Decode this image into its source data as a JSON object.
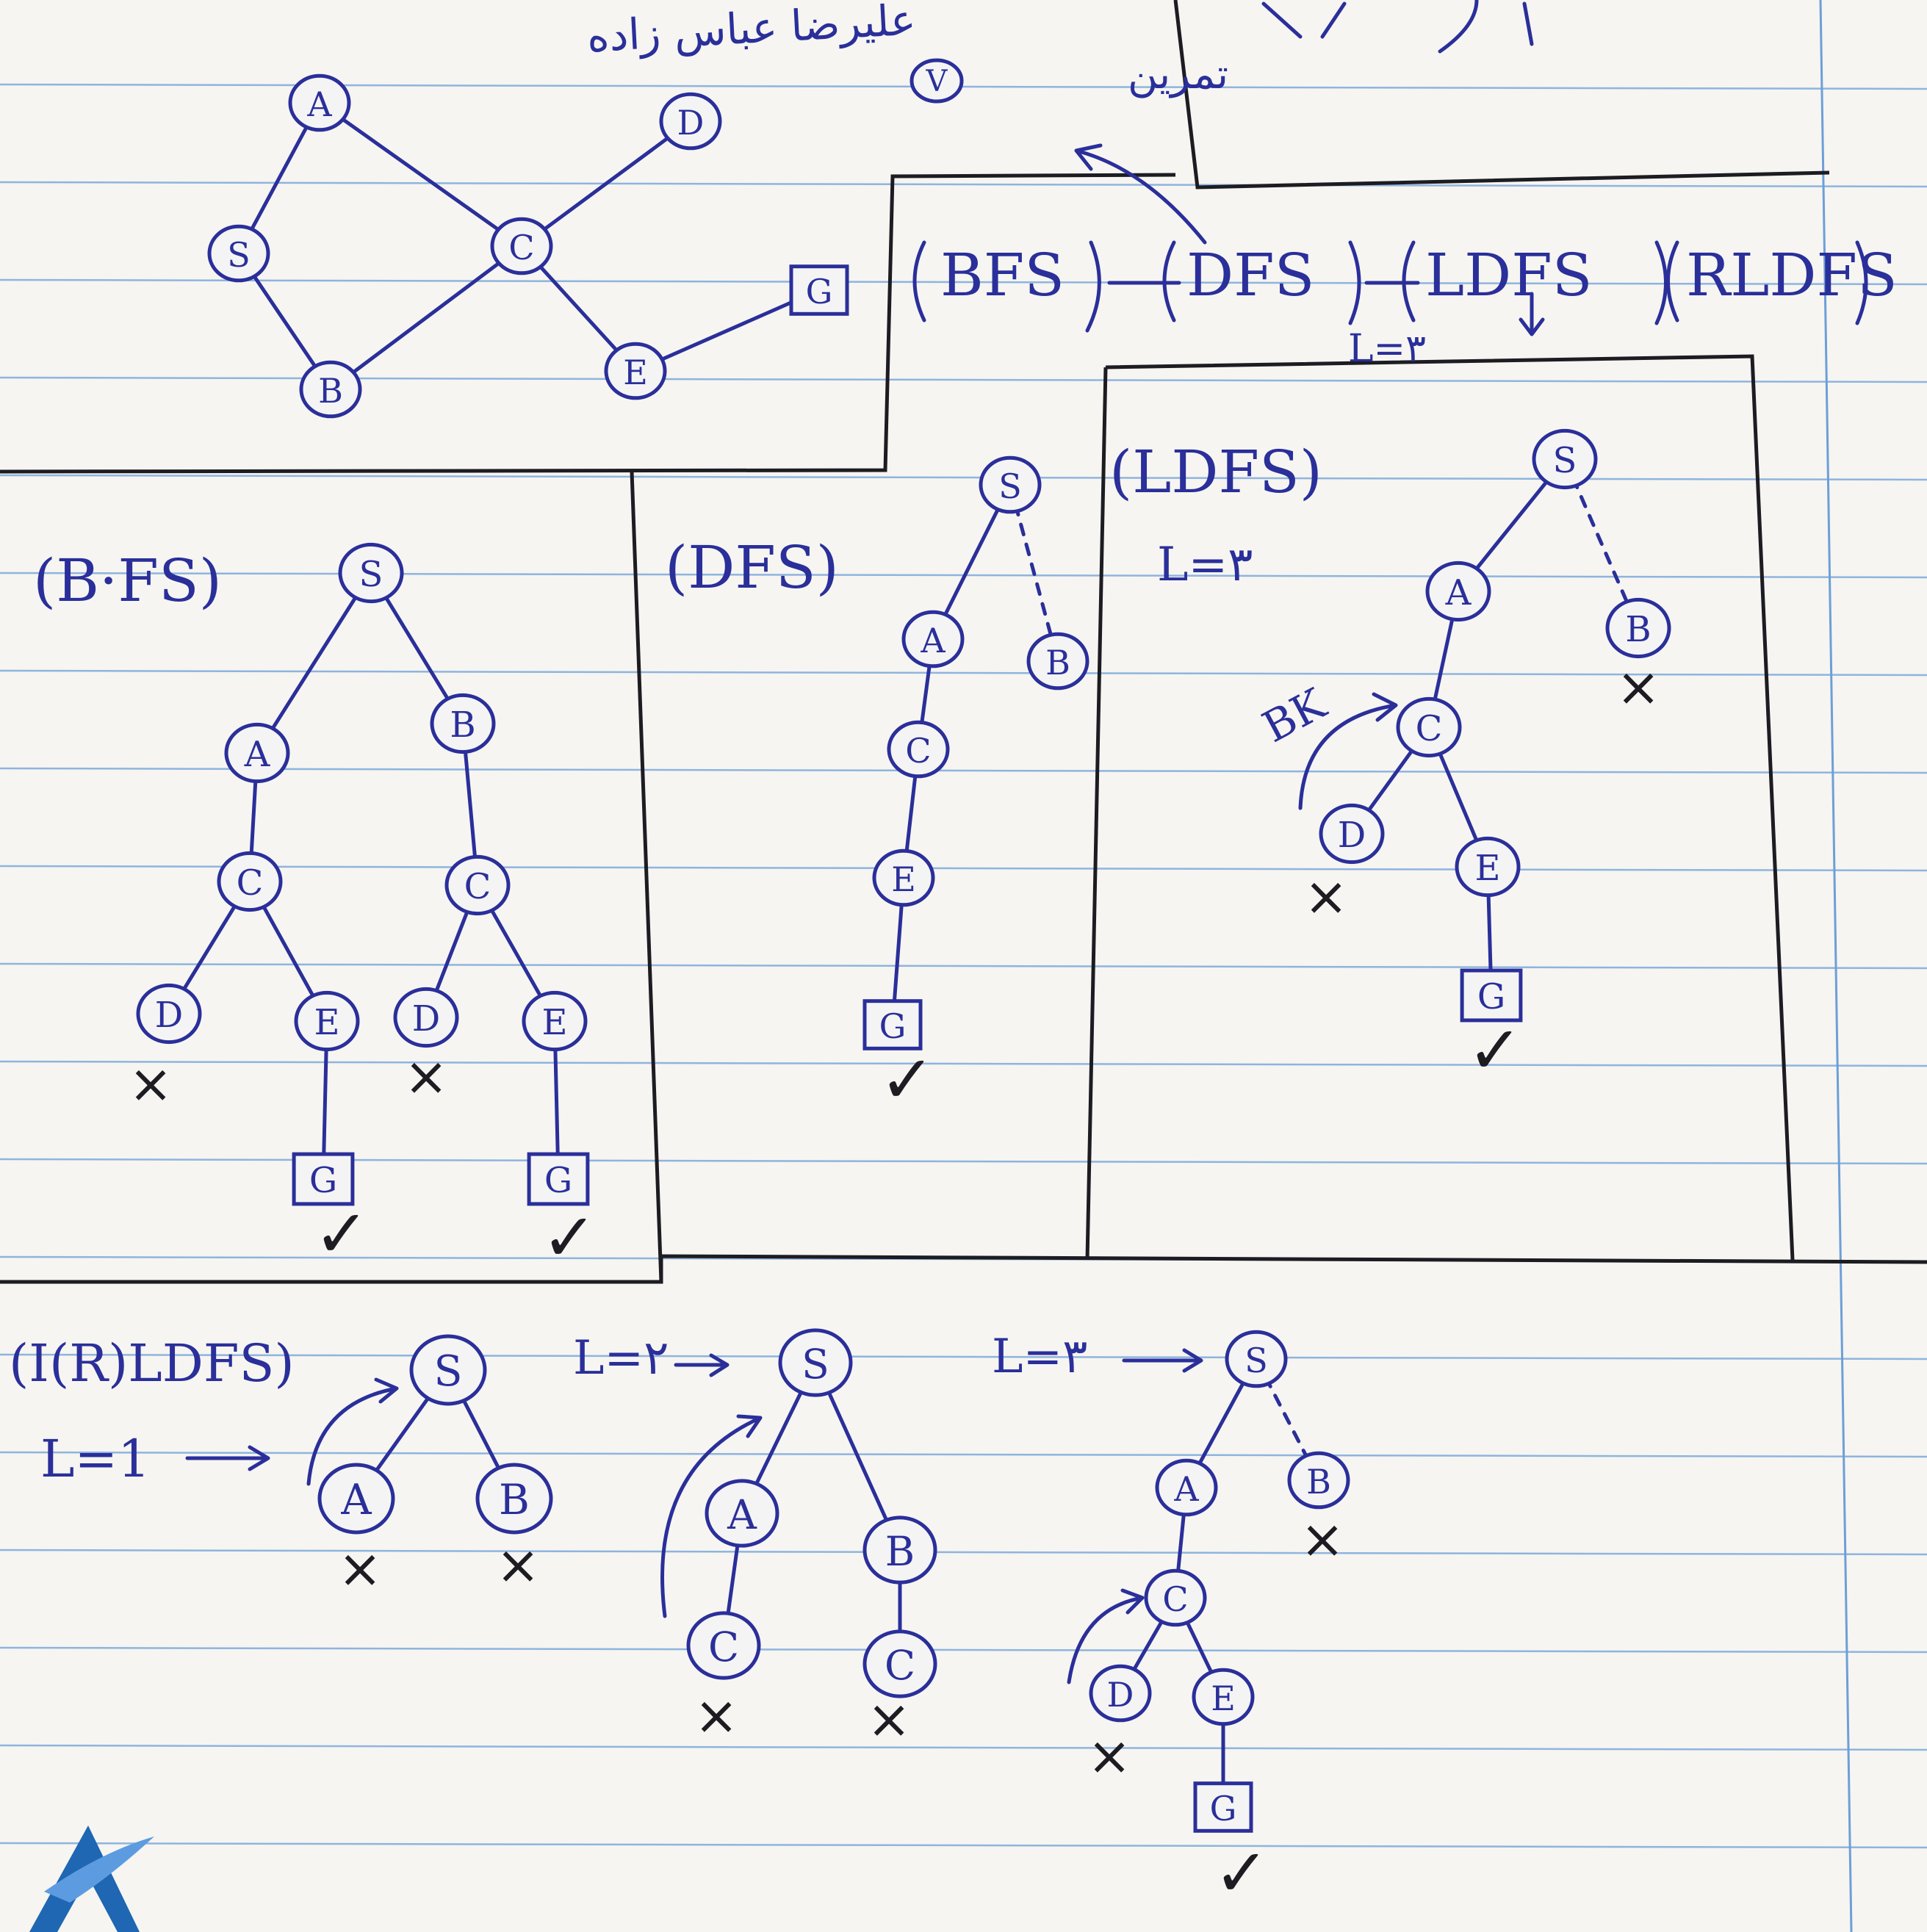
{
  "author": "علیرضا عباس زاده",
  "header": {
    "v_badge": "V",
    "v_caption": "تمرین",
    "types": [
      "BFS",
      "DFS",
      "LDFS",
      "RLDFS"
    ],
    "ldfs_note": "L=۳"
  },
  "panels": {
    "bfs": {
      "title": "(B·FS)"
    },
    "dfs": {
      "title": "(DFS)"
    },
    "ldfs": {
      "title": "(LDFS)",
      "limit": "L=۳",
      "backtrack": "BK"
    },
    "iddfs": {
      "title": "(I(R)LDFS)",
      "levels": [
        "L=1",
        "L=۲",
        "L=۳"
      ]
    }
  },
  "graph": {
    "nodes": [
      "A",
      "S",
      "B",
      "C",
      "D",
      "E",
      "G"
    ],
    "edges": [
      [
        "S",
        "A"
      ],
      [
        "S",
        "B"
      ],
      [
        "A",
        "C"
      ],
      [
        "B",
        "C"
      ],
      [
        "C",
        "D"
      ],
      [
        "C",
        "E"
      ],
      [
        "E",
        "G"
      ]
    ],
    "goal": "G"
  },
  "marks": {
    "fail": "×",
    "success": "✓"
  },
  "colors": {
    "ink": "#2a2f9a",
    "frame": "#1c1c22",
    "rule": "#8fb4de",
    "paper": "#f6f5f1"
  }
}
